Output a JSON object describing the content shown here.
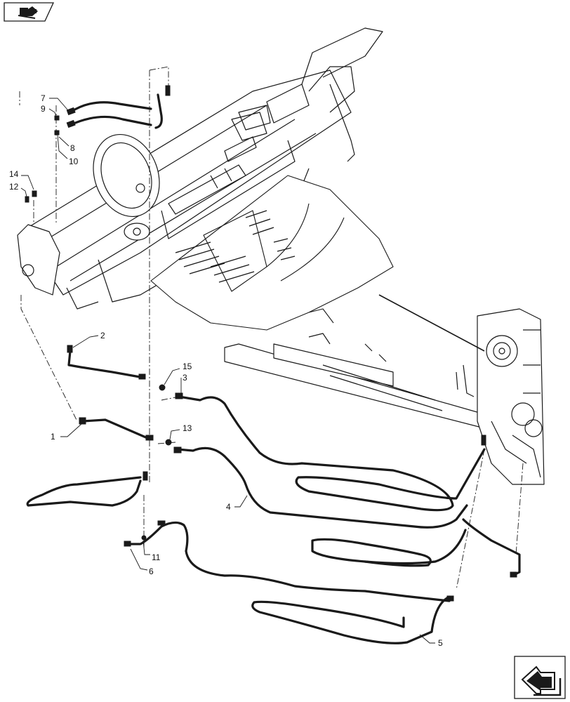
{
  "diagram": {
    "callouts": [
      "1",
      "2",
      "3",
      "4",
      "5",
      "6",
      "7",
      "8",
      "9",
      "10",
      "11",
      "12",
      "13",
      "14",
      "15"
    ]
  },
  "navigation": {
    "top_icon": "book-arrow-icon",
    "bottom_icon": "next-page-arrow-icon"
  },
  "colors": {
    "line": "#1a1a1a",
    "background": "#ffffff"
  }
}
